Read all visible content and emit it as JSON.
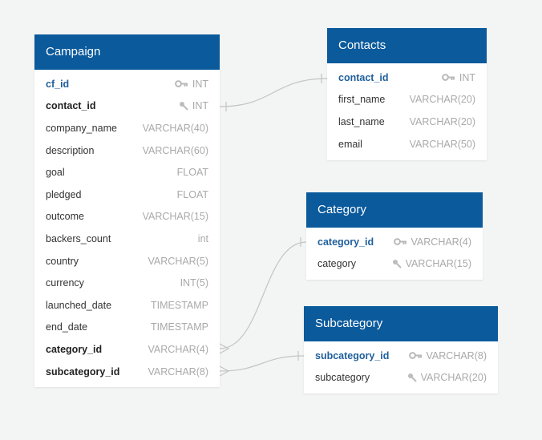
{
  "tables": [
    {
      "id": "campaign",
      "name": "Campaign",
      "fields": [
        {
          "name": "cf_id",
          "type": "INT",
          "key": "pk"
        },
        {
          "name": "contact_id",
          "type": "INT",
          "key": "fk"
        },
        {
          "name": "company_name",
          "type": "VARCHAR(40)",
          "key": ""
        },
        {
          "name": "description",
          "type": "VARCHAR(60)",
          "key": ""
        },
        {
          "name": "goal",
          "type": "FLOAT",
          "key": ""
        },
        {
          "name": "pledged",
          "type": "FLOAT",
          "key": ""
        },
        {
          "name": "outcome",
          "type": "VARCHAR(15)",
          "key": ""
        },
        {
          "name": "backers_count",
          "type": "int",
          "key": ""
        },
        {
          "name": "country",
          "type": "VARCHAR(5)",
          "key": ""
        },
        {
          "name": "currency",
          "type": "INT(5)",
          "key": ""
        },
        {
          "name": "launched_date",
          "type": "TIMESTAMP",
          "key": ""
        },
        {
          "name": "end_date",
          "type": "TIMESTAMP",
          "key": ""
        },
        {
          "name": "category_id",
          "type": "VARCHAR(4)",
          "key": "ref"
        },
        {
          "name": "subcategory_id",
          "type": "VARCHAR(8)",
          "key": "ref"
        }
      ]
    },
    {
      "id": "contacts",
      "name": "Contacts",
      "fields": [
        {
          "name": "contact_id",
          "type": "INT",
          "key": "pk"
        },
        {
          "name": "first_name",
          "type": "VARCHAR(20)",
          "key": ""
        },
        {
          "name": "last_name",
          "type": "VARCHAR(20)",
          "key": ""
        },
        {
          "name": "email",
          "type": "VARCHAR(50)",
          "key": ""
        }
      ]
    },
    {
      "id": "category",
      "name": "Category",
      "fields": [
        {
          "name": "category_id",
          "type": "VARCHAR(4)",
          "key": "pk"
        },
        {
          "name": "category",
          "type": "VARCHAR(15)",
          "key": "fk"
        }
      ]
    },
    {
      "id": "subcategory",
      "name": "Subcategory",
      "fields": [
        {
          "name": "subcategory_id",
          "type": "VARCHAR(8)",
          "key": "pk"
        },
        {
          "name": "subcategory",
          "type": "VARCHAR(20)",
          "key": "fk"
        }
      ]
    }
  ],
  "colors": {
    "header": "#0a5a9c",
    "link": "#c4c4c4",
    "pk_text": "#1f5f9b",
    "type_text": "#a9a9a9"
  },
  "icons": {
    "pk": "key-icon",
    "fk": "wrench-key-icon"
  }
}
